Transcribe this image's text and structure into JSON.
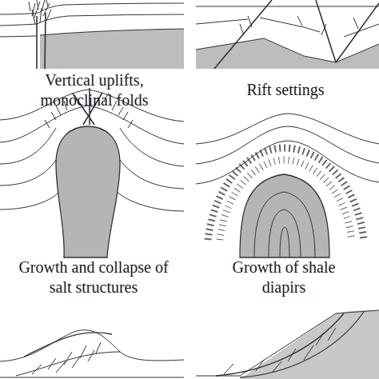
{
  "diagram": {
    "labels": [
      "Vertical uplifts, monoclinal folds",
      "Rift settings",
      "Growth and collapse of salt structures",
      "Growth of shale diapirs"
    ]
  }
}
